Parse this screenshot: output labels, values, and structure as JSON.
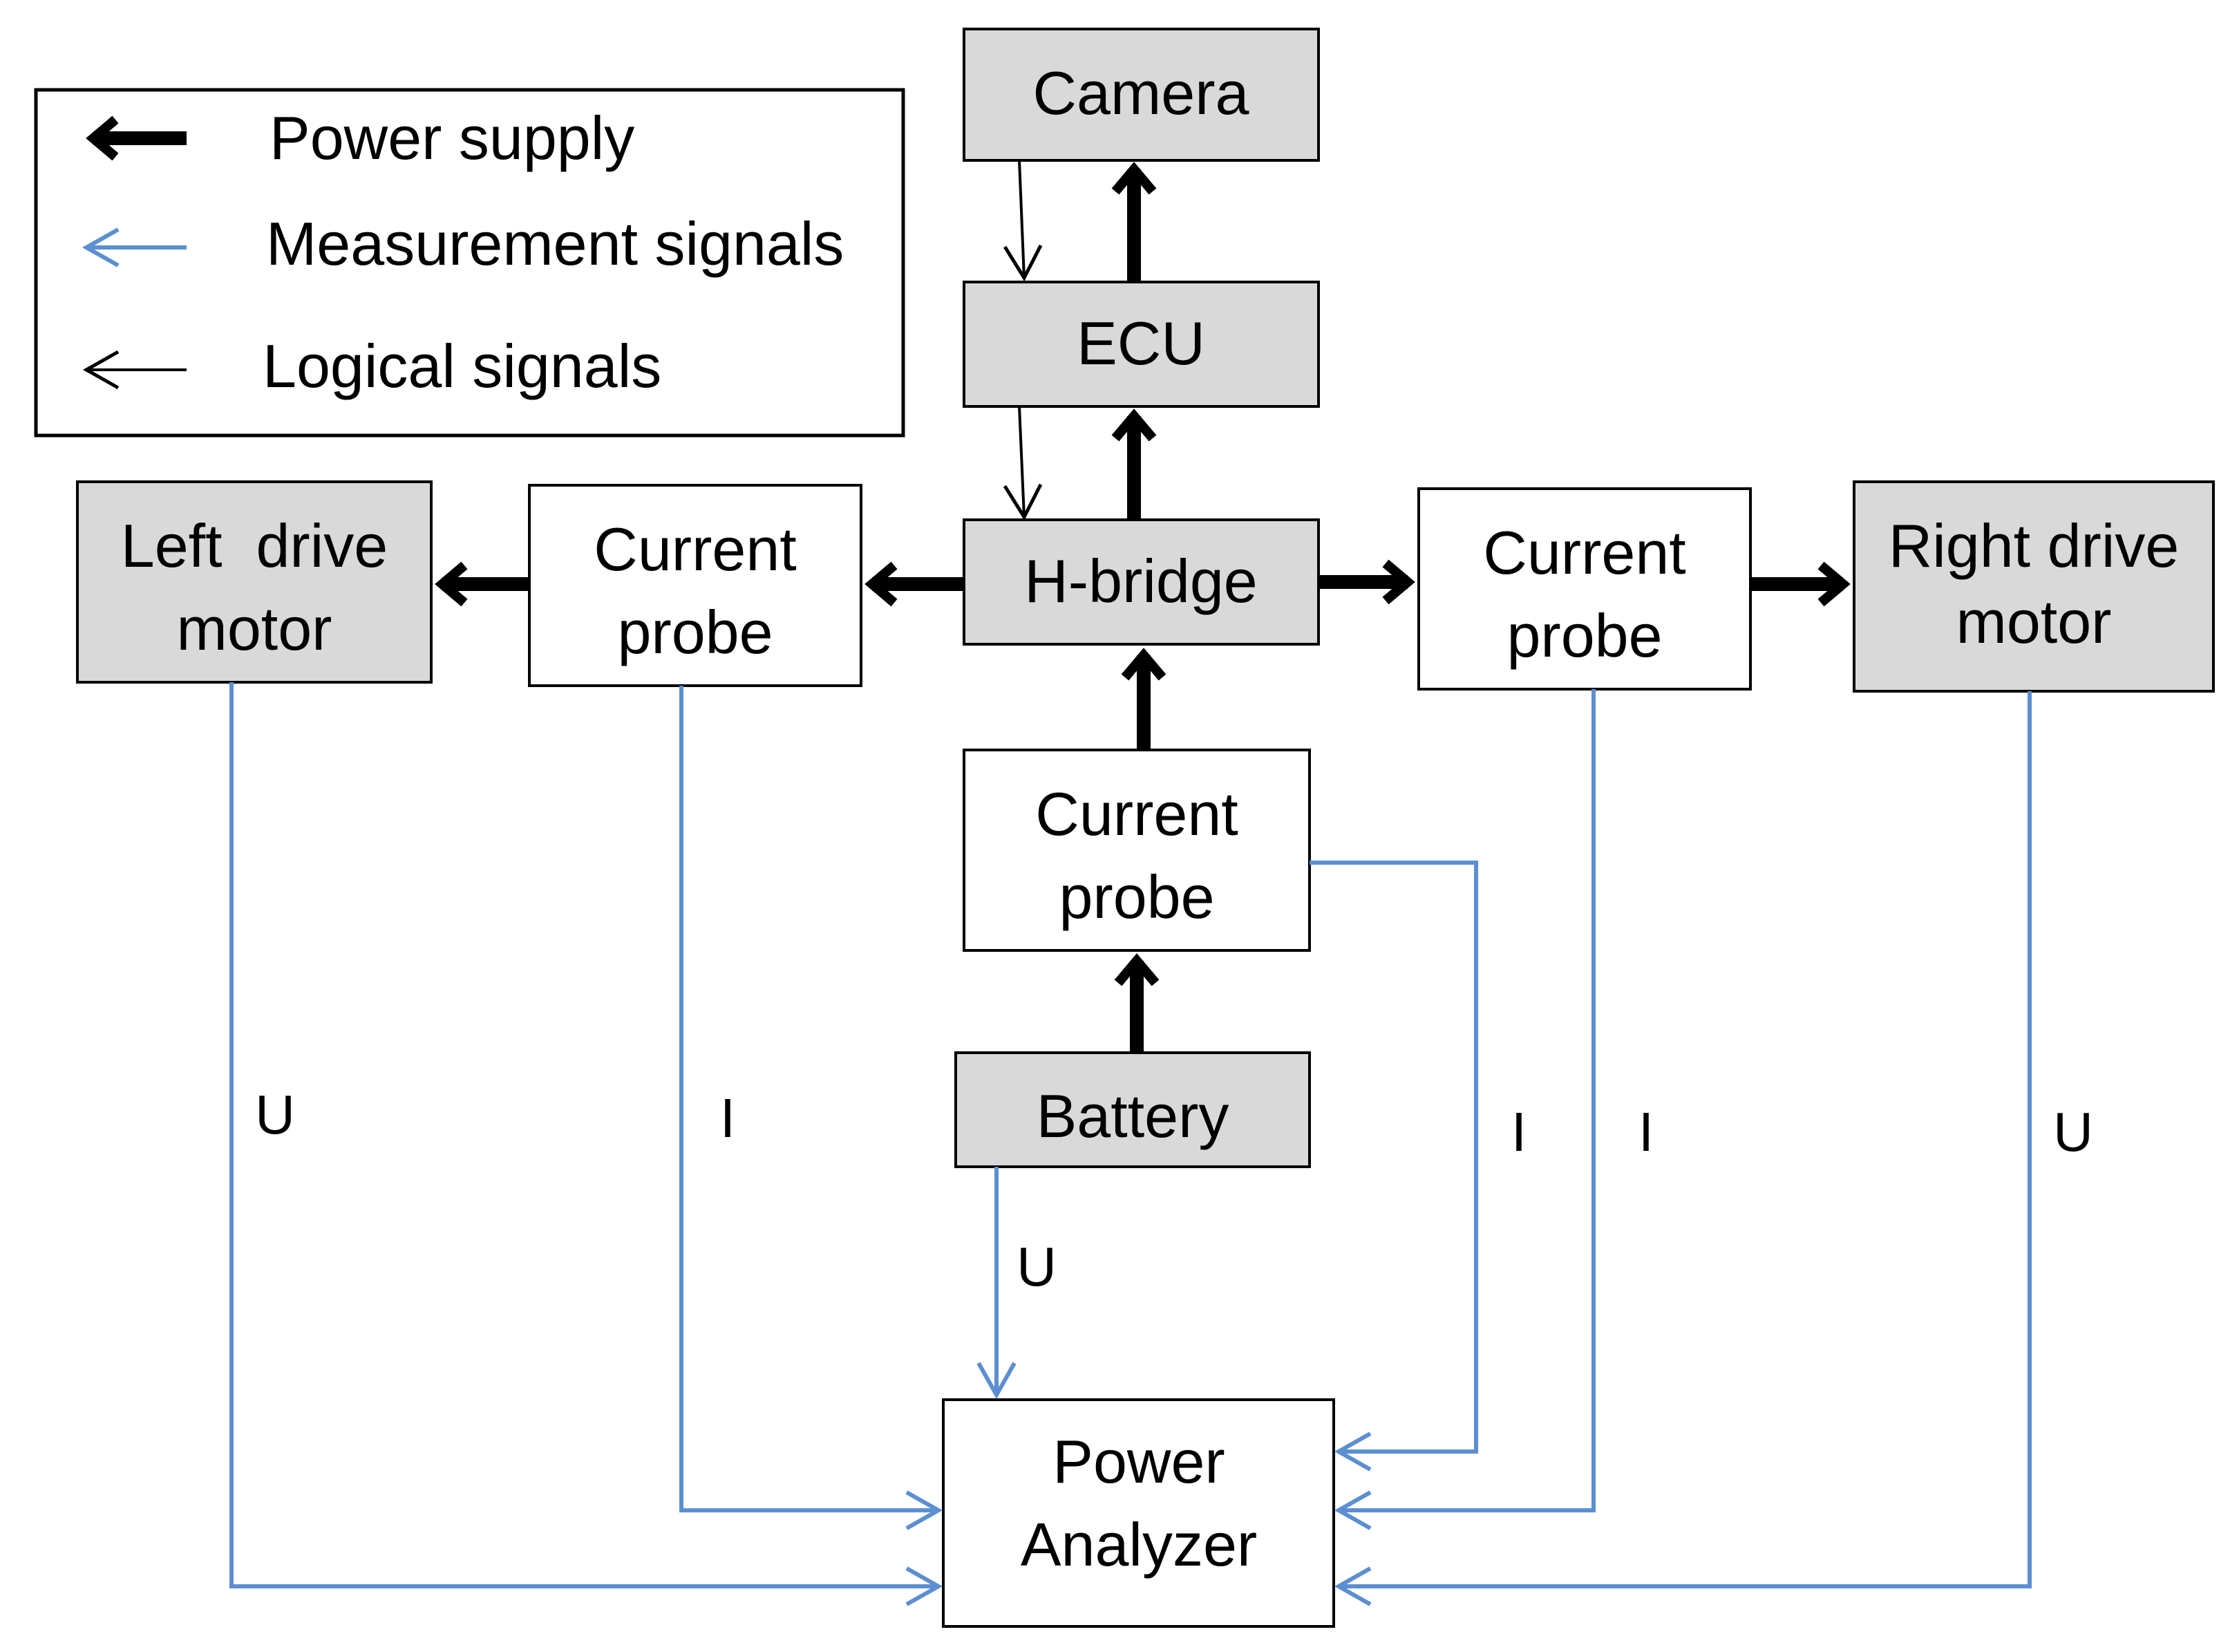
{
  "legend": {
    "power_supply": "Power supply",
    "measurement_signals": "Measurement signals",
    "logical_signals": "Logical signals"
  },
  "blocks": {
    "camera": "Camera",
    "ecu": "ECU",
    "h_bridge": "H-bridge",
    "left_motor": [
      "Left  drive",
      "motor"
    ],
    "right_motor": [
      "Right drive",
      "motor"
    ],
    "probe_left": [
      "Current",
      "probe"
    ],
    "probe_right": [
      "Current",
      "probe"
    ],
    "probe_center": [
      "Current",
      "probe"
    ],
    "battery": "Battery",
    "power_analyzer": [
      "Power",
      "Analyzer"
    ]
  },
  "signal_labels": {
    "left_motor_u": "U",
    "left_probe_i": "I",
    "center_probe_i": "I",
    "right_probe_i": "I",
    "right_motor_u": "U",
    "battery_u": "U"
  },
  "colors": {
    "measurement": "#5b8fd1",
    "block_fill": "#d9d9d9"
  }
}
